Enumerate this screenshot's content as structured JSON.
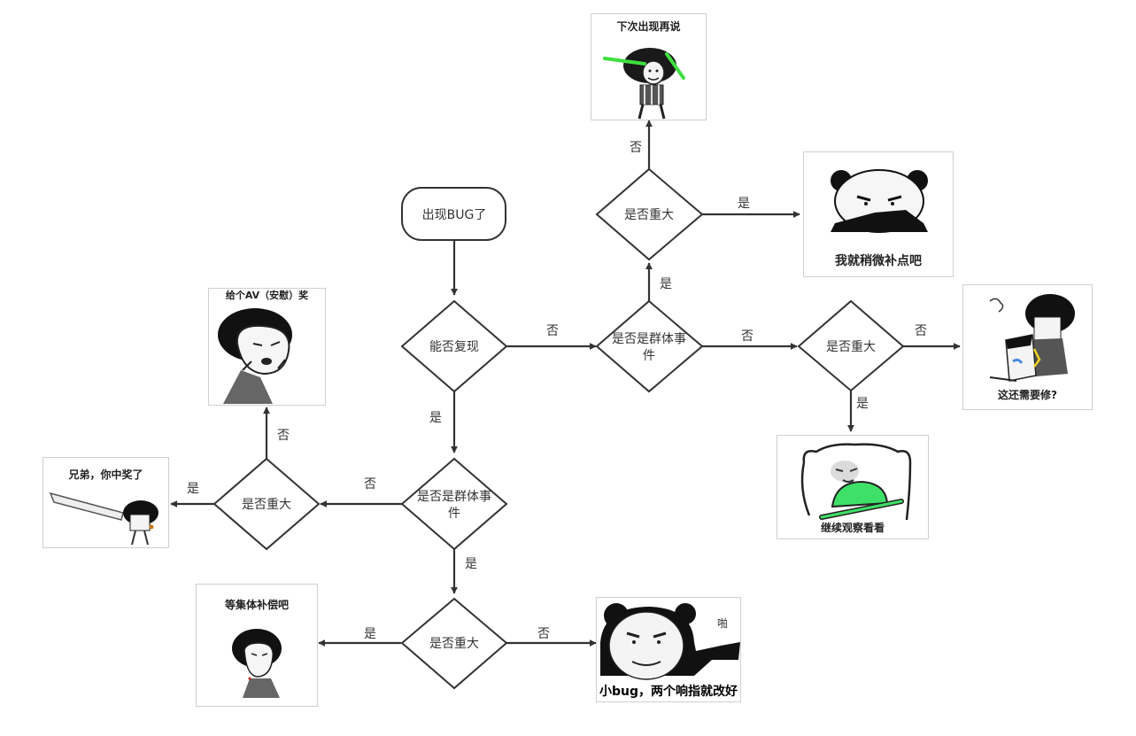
{
  "diagram": {
    "type": "flowchart",
    "nodes": {
      "start": {
        "label": "出现BUG了",
        "shape": "rounded-rect"
      },
      "reproducible": {
        "label": "能否复现",
        "shape": "diamond"
      },
      "group_event_top": {
        "label_line1": "是否是群体事",
        "label_line2": "件",
        "shape": "diamond"
      },
      "serious_top": {
        "label": "是否重大",
        "shape": "diamond"
      },
      "serious_right": {
        "label": "是否重大",
        "shape": "diamond"
      },
      "group_event_bottom": {
        "label_line1": "是否是群体事",
        "label_line2": "件",
        "shape": "diamond"
      },
      "serious_left": {
        "label": "是否重大",
        "shape": "diamond"
      },
      "serious_bottom": {
        "label": "是否重大",
        "shape": "diamond"
      }
    },
    "edge_labels": {
      "reproducible_no": "否",
      "reproducible_yes": "是",
      "group_top_yes": "是",
      "group_top_no": "否",
      "serious_top_no": "否",
      "serious_top_yes": "是",
      "serious_right_no": "否",
      "serious_right_yes": "是",
      "group_bottom_no": "否",
      "group_bottom_yes": "是",
      "serious_left_yes": "是",
      "serious_left_no": "否",
      "serious_bottom_yes": "是",
      "serious_bottom_no": "否"
    },
    "outcomes": {
      "next_time": {
        "caption": "下次出现再说",
        "image": "meme-mushroom-head-glowsticks"
      },
      "small_fix": {
        "caption": "我就稍微补点吧",
        "image": "meme-panda-face"
      },
      "needs_fix": {
        "caption": "这还需要修?",
        "image": "meme-mushroom-head-beating"
      },
      "keep_watching": {
        "caption": "继续观察看看",
        "image": "meme-bear-green-hat"
      },
      "comfort_award": {
        "caption": "给个AV（安慰）奖",
        "image": "meme-mushroom-head-cheeks"
      },
      "jackpot": {
        "caption": "兄弟，你中奖了",
        "image": "meme-mushroom-head-sword"
      },
      "collective_comp": {
        "caption": "等集体补偿吧",
        "image": "meme-mushroom-head-pray"
      },
      "snap_fix": {
        "caption": "小bug，两个响指就改好",
        "sub": "啪",
        "image": "meme-panda-snap"
      }
    }
  }
}
